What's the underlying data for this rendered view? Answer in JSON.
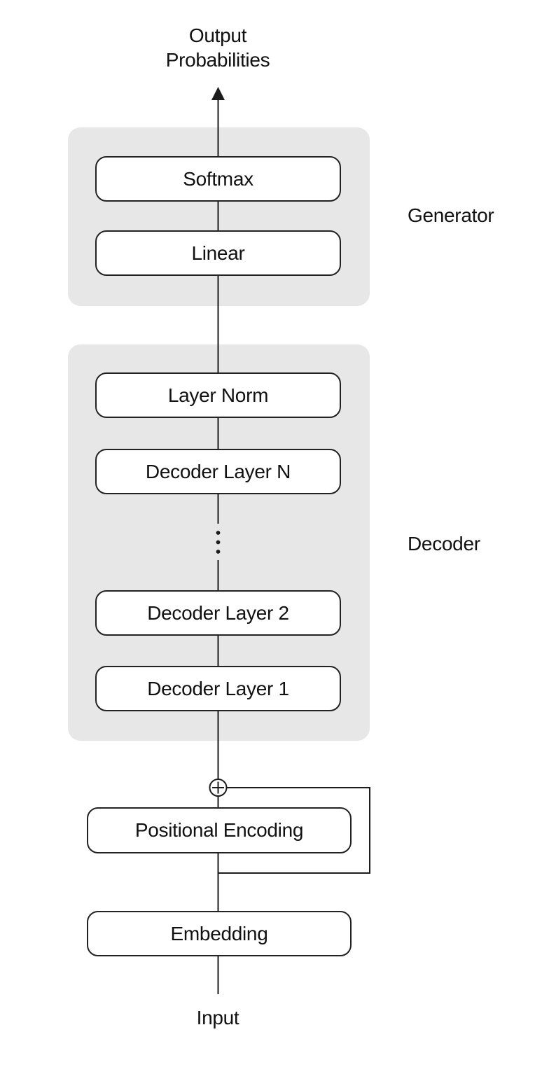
{
  "diagram": {
    "title_top": {
      "line1": "Output",
      "line2": "Probabilities"
    },
    "input_label": "Input",
    "generator": {
      "label": "Generator",
      "boxes": [
        "Softmax",
        "Linear"
      ]
    },
    "decoder": {
      "label": "Decoder",
      "boxes": [
        "Layer Norm",
        "Decoder Layer N",
        "Decoder Layer 2",
        "Decoder Layer 1"
      ]
    },
    "embedding_section": {
      "positional_encoding": "Positional Encoding",
      "embedding": "Embedding",
      "add_symbol": "⊕"
    },
    "icons": {
      "arrow_up": "arrow-up-icon",
      "plus_circle": "plus-circle-icon",
      "ellipsis": "vertical-ellipsis-icon"
    },
    "colors": {
      "background": "#ffffff",
      "panel_fill": "#e7e7e7",
      "box_fill": "#ffffff",
      "box_border": "#222222",
      "line": "#1c1c1c",
      "text": "#111111"
    }
  }
}
